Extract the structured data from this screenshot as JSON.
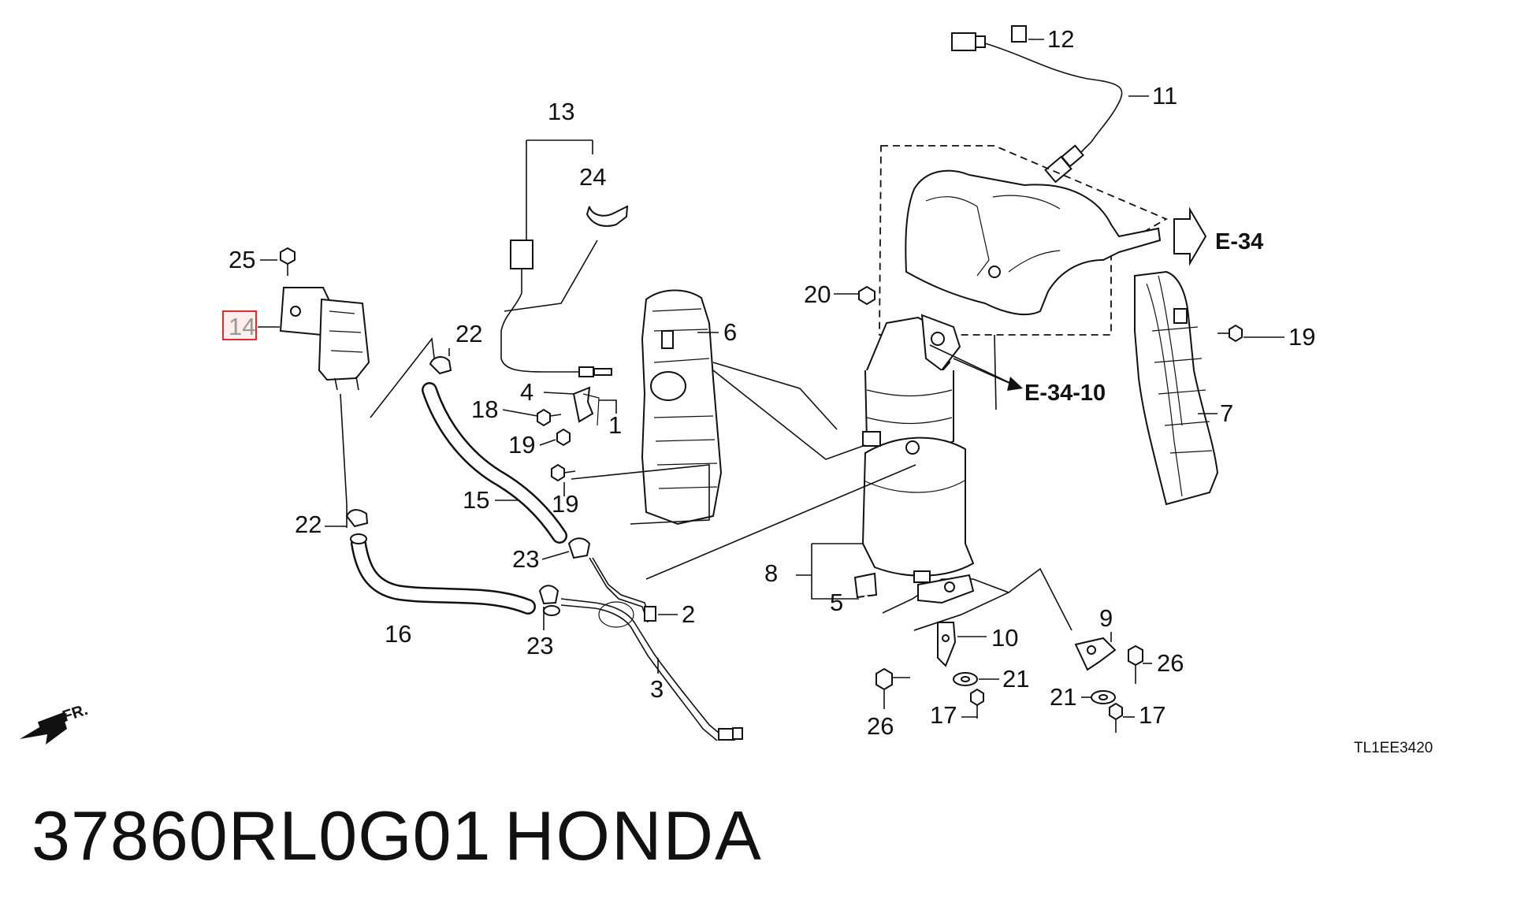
{
  "diagram_code": "TL1EE3420",
  "part_number": "37860RL0G01",
  "brand": "HONDA",
  "highlight_color": "#e02b2b",
  "highlighted_callout": "14",
  "front_arrow_label": "FR.",
  "references": {
    "e34": "E-34",
    "e3410": "E-34-10"
  },
  "callouts": {
    "c1": "1",
    "c2": "2",
    "c3": "3",
    "c4": "4",
    "c5": "5",
    "c6": "6",
    "c7": "7",
    "c8": "8",
    "c9": "9",
    "c10": "10",
    "c11": "11",
    "c12": "12",
    "c13": "13",
    "c14": "14",
    "c15": "15",
    "c16": "16",
    "c17a": "17",
    "c17b": "17",
    "c18": "18",
    "c19a": "19",
    "c19b": "19",
    "c19c": "19",
    "c20": "20",
    "c21a": "21",
    "c21b": "21",
    "c22a": "22",
    "c22b": "22",
    "c23a": "23",
    "c23b": "23",
    "c24": "24",
    "c25": "25",
    "c26a": "26",
    "c26b": "26"
  }
}
